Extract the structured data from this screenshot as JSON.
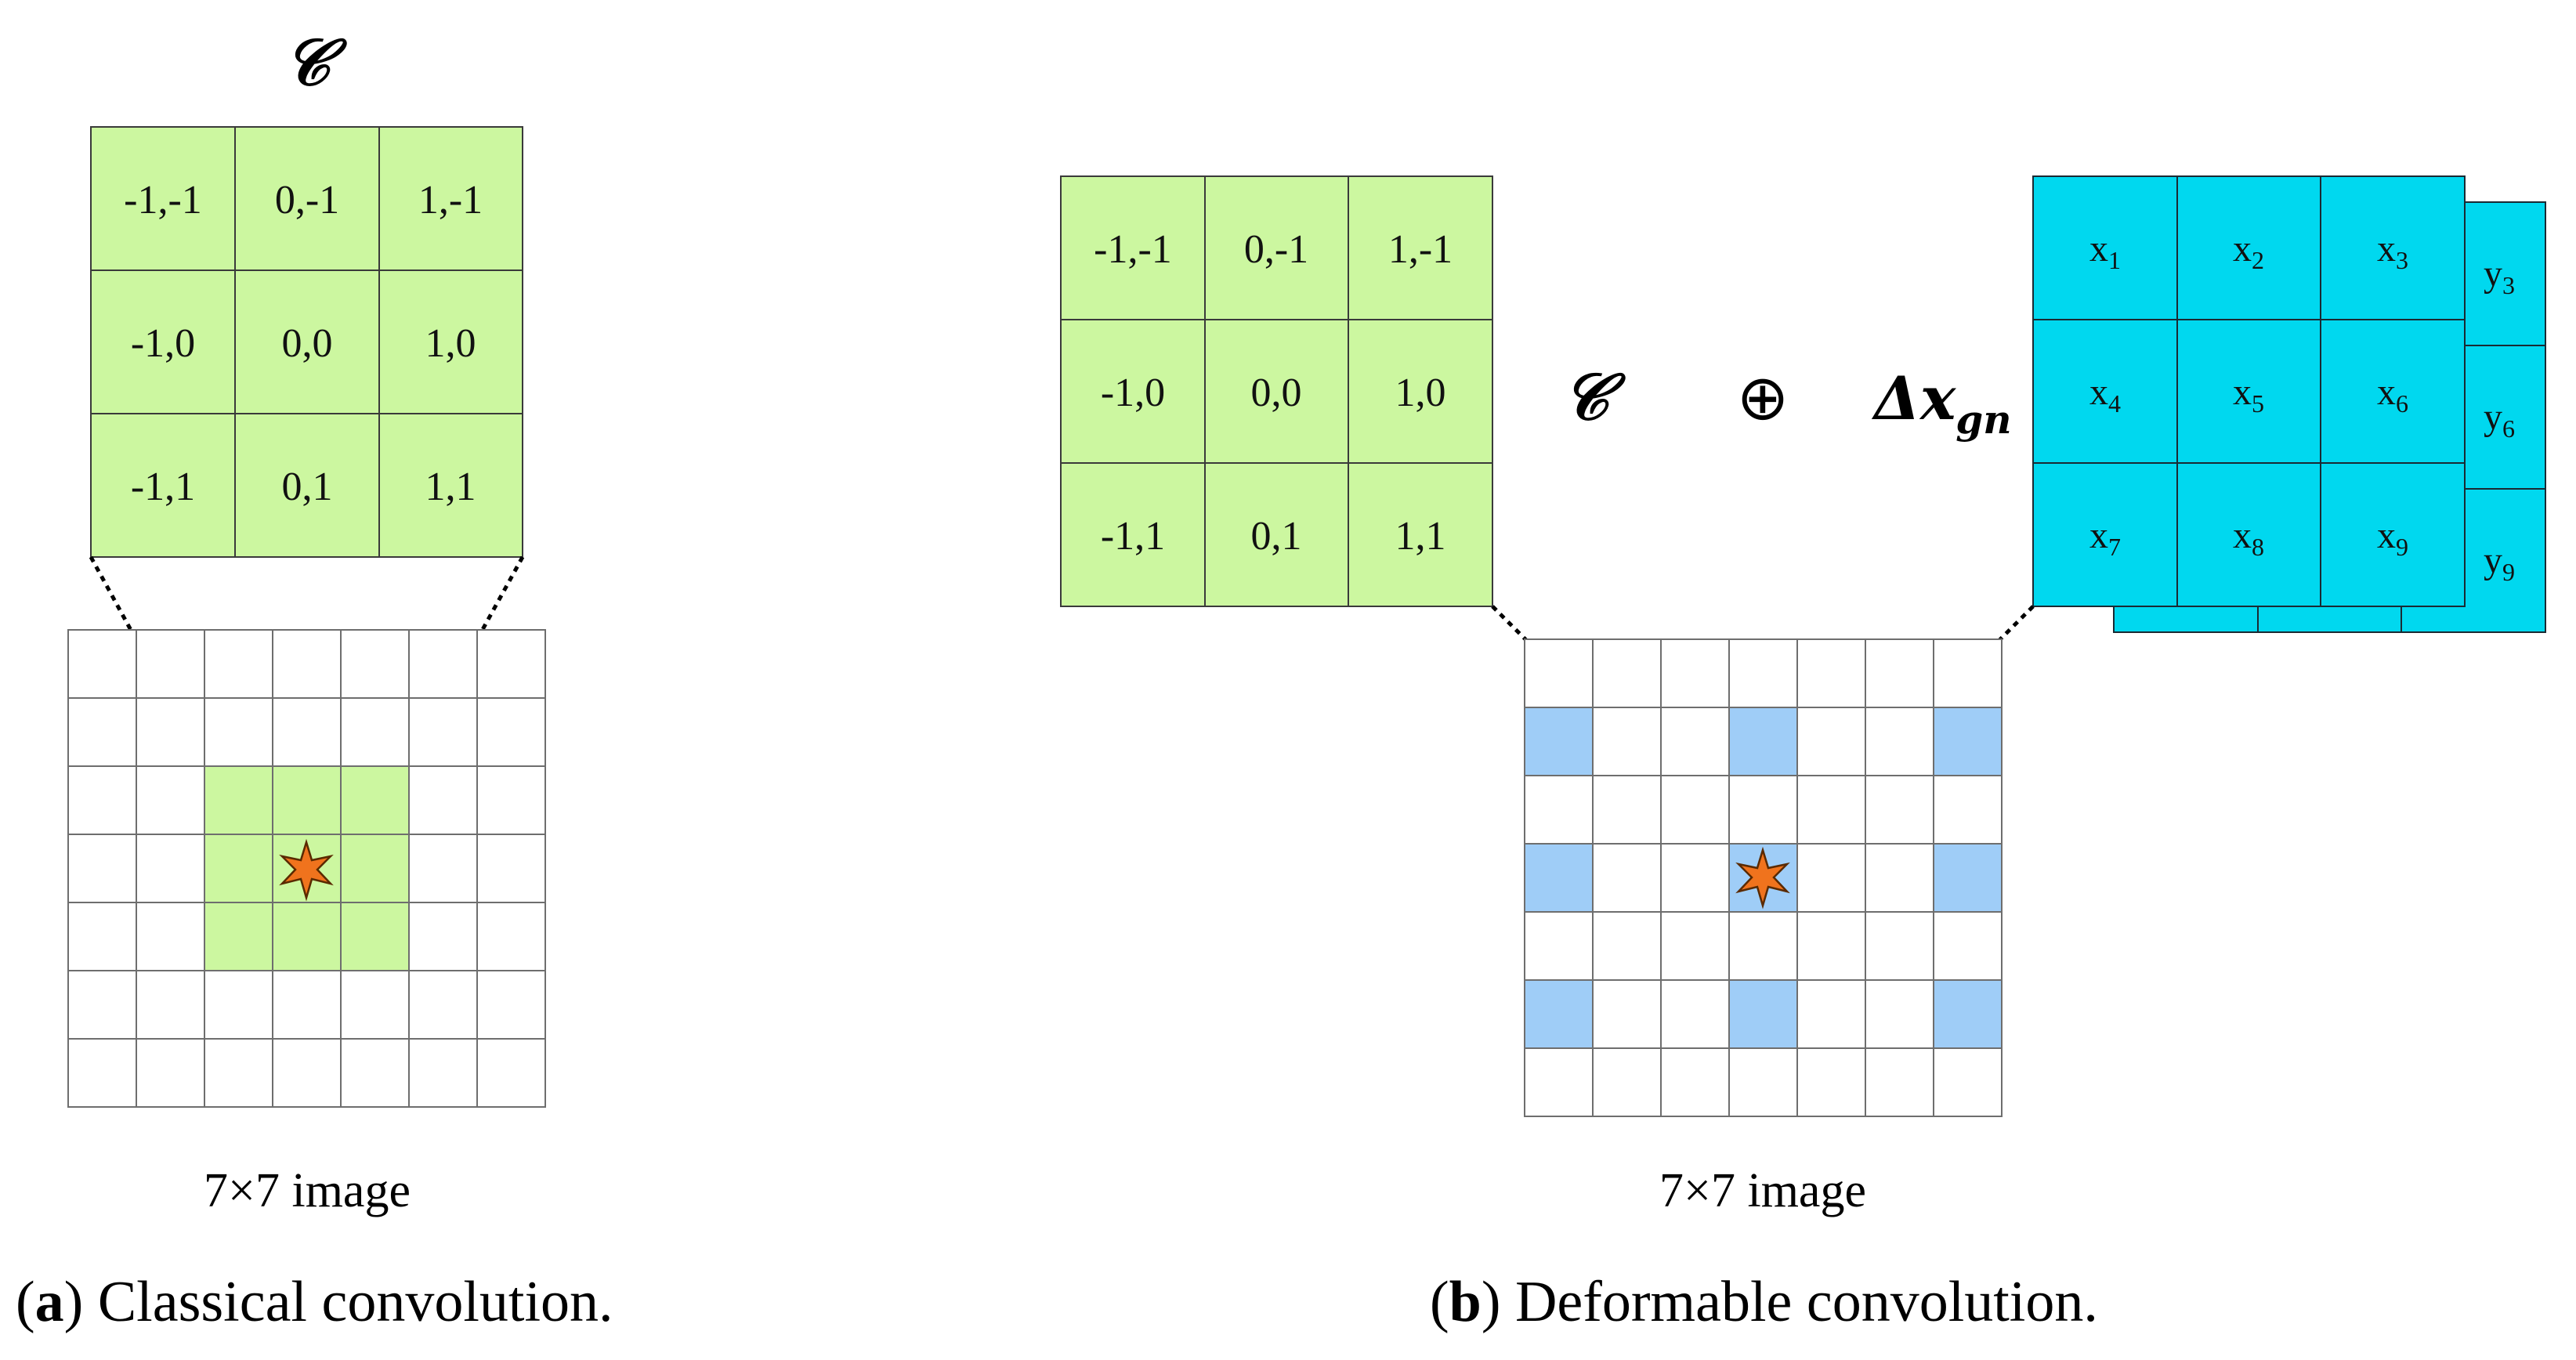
{
  "kernel_labels": [
    [
      "-1,-1",
      "0,-1",
      "1,-1"
    ],
    [
      "-1,0",
      "0,0",
      "1,0"
    ],
    [
      "-1,1",
      "0,1",
      "1,1"
    ]
  ],
  "panel_a": {
    "kernel_symbol": "𝒞",
    "image_label": "7×7 image",
    "caption_letter": "a",
    "caption_text": "Classical convolution."
  },
  "panel_b": {
    "kernel_symbol": "𝒞",
    "operator": "⊕",
    "offset_symbol": "Δx",
    "offset_subscript": "gn",
    "offset_front": [
      [
        "x1",
        "x2",
        "x3"
      ],
      [
        "x4",
        "x5",
        "x6"
      ],
      [
        "x7",
        "x8",
        "x9"
      ]
    ],
    "offset_back_column": [
      "y3",
      "y6",
      "y9"
    ],
    "image_label": "7×7 image",
    "caption_letter": "b",
    "caption_text": "Deformable convolution."
  },
  "colors": {
    "kernel_fill": "#ccf7a0",
    "sample_fill": "#9fcdf7",
    "offset_fill": "#00d8ef",
    "center_star": "#f0731d"
  }
}
